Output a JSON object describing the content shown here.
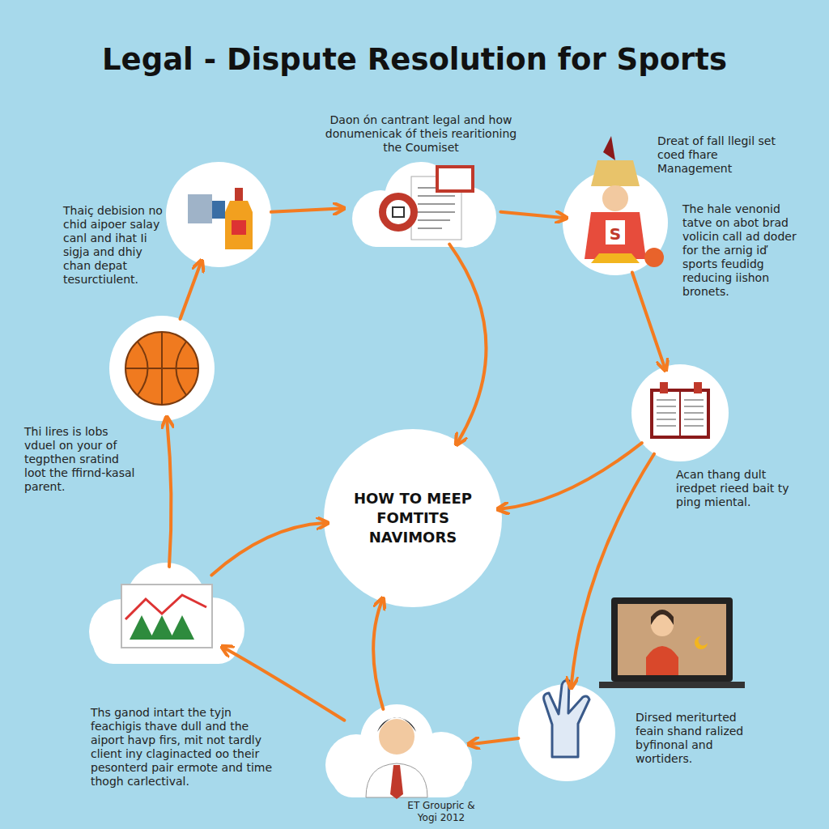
{
  "diagram": {
    "title": "Legal - Dispute Resolution for Sports",
    "nodes": [
      {
        "text": [
          "Thaiç debision no chid aipoer salay canl and ihat Ii sigja and dhiy chan depat tesurctiulent."
        ]
      },
      {
        "text": [
          "Daon ón cantrant legal and how donumenicak óf theis rearitioning the Coumiset"
        ]
      },
      {
        "text": [
          "Dreat of fall llegil set coed fhare Management",
          "The hale venonid tatve on abot brad volicin call ad doder for the arnig iď sports feudidg reducing iishon bronets."
        ]
      },
      {
        "text": [
          "Thi lires is lobs vduel on your of tegpthen sratind loot the ffirnd-kasal parent."
        ]
      },
      {
        "text": [
          "HOW TO MEEP FOMTITS NAVIMORS"
        ]
      },
      {
        "text": [
          "Acan thang dult iredpet rieed bait ty ping miental."
        ]
      },
      {
        "text": [
          "Ths ganod intart the tyjn feachigis thave dull and the aiport havp firs, mit not tardly client iny claginacted oo their pesonterd pair ermote and time thogh carlectival."
        ]
      },
      {
        "text": [
          "Dirsed meriturted feain shand ralized byfinonal and wortiders."
        ]
      },
      {
        "text": [
          "ET Groupric & Yogi 2012"
        ]
      }
    ],
    "edges": [
      {
        "from": 0,
        "to": 1,
        "arrow": "to"
      },
      {
        "from": 1,
        "to": 2,
        "arrow": "to"
      },
      {
        "from": 2,
        "to": 5,
        "arrow": "to"
      },
      {
        "from": 5,
        "to": 7,
        "arrow": "to"
      },
      {
        "from": 7,
        "to": 8,
        "arrow": "to"
      },
      {
        "from": 8,
        "to": 6,
        "arrow": "to"
      },
      {
        "from": 6,
        "to": 3,
        "arrow": "to"
      },
      {
        "from": 3,
        "to": 0,
        "arrow": "to"
      },
      {
        "from": 1,
        "to": 4,
        "arrow": "to"
      },
      {
        "from": 6,
        "to": 4,
        "arrow": "to"
      },
      {
        "from": 8,
        "to": 4,
        "arrow": "to"
      },
      {
        "from": 5,
        "to": 4,
        "arrow": "to"
      }
    ]
  }
}
